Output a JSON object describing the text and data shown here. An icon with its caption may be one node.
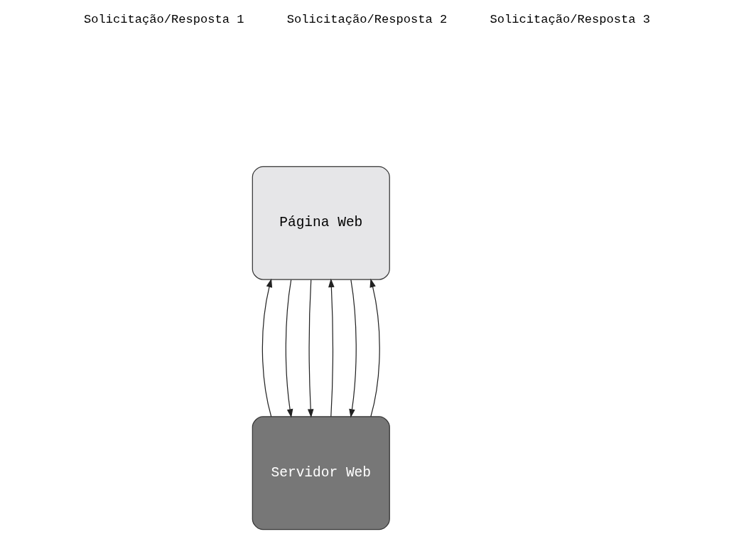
{
  "diagram": {
    "nodes": [
      {
        "text": [
          "Servidor Web"
        ]
      },
      {
        "text": [
          "Página Web"
        ]
      }
    ],
    "edges": [
      {
        "from": 1,
        "to": 0,
        "arrow": "to"
      },
      {
        "from": 0,
        "to": 1,
        "arrow": "to"
      },
      {
        "from": 1,
        "to": 0,
        "arrow": "to"
      },
      {
        "from": 0,
        "to": 1,
        "arrow": "to"
      },
      {
        "from": 1,
        "to": 0,
        "arrow": "to"
      },
      {
        "from": 0,
        "to": 1,
        "arrow": "to"
      }
    ],
    "labels": [
      "Solicitação/Resposta 1",
      "Solicitação/Resposta 2",
      "Solicitação/Resposta 3"
    ]
  }
}
